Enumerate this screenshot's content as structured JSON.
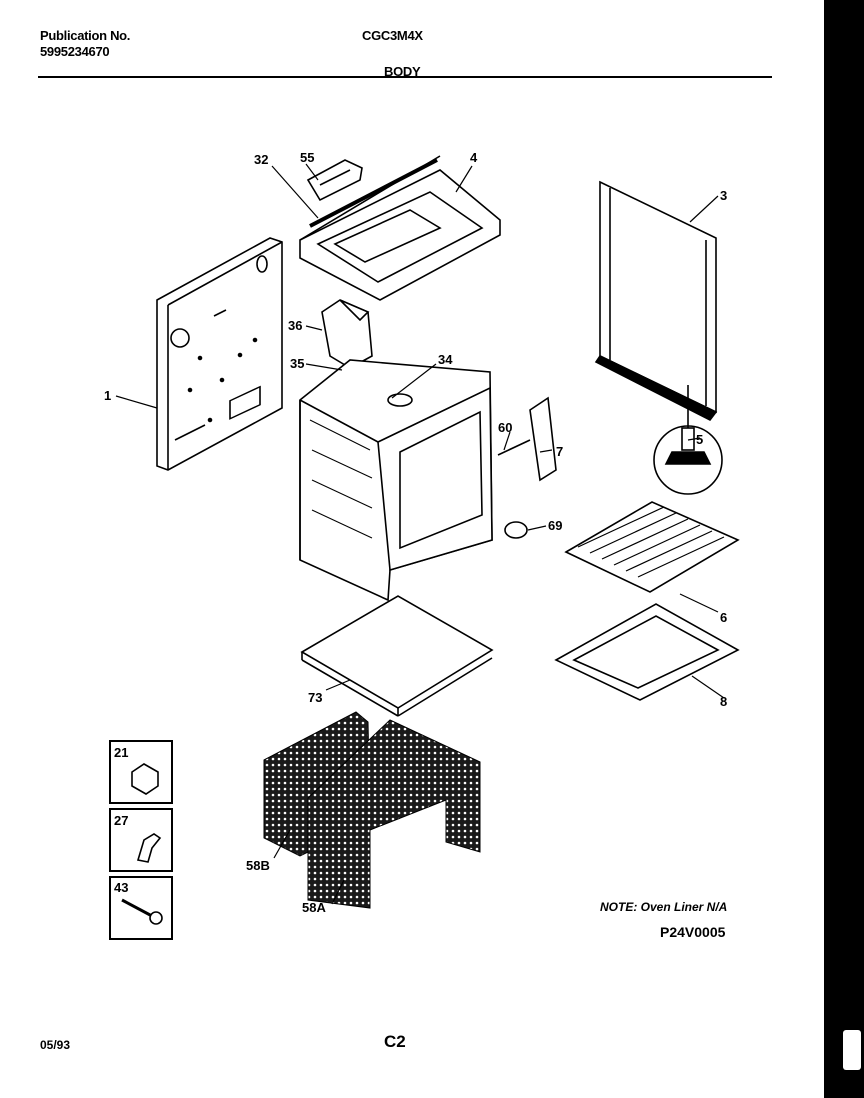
{
  "header": {
    "publication_label": "Publication No.",
    "publication_number": "5995234670",
    "model": "CGC3M4X",
    "section": "BODY"
  },
  "callouts": {
    "c1": "1",
    "c3": "3",
    "c4": "4",
    "c5": "5",
    "c6": "6",
    "c7": "7",
    "c8": "8",
    "c32": "32",
    "c34": "34",
    "c35": "35",
    "c36": "36",
    "c55": "55",
    "c58a": "58A",
    "c58b": "58B",
    "c60": "60",
    "c69": "69",
    "c73": "73"
  },
  "hardware": {
    "h21": "21",
    "h27": "27",
    "h43": "43"
  },
  "footer": {
    "note": "NOTE: Oven Liner N/A",
    "diagram_code": "P24V0005",
    "date": "05/93",
    "page": "C2"
  }
}
